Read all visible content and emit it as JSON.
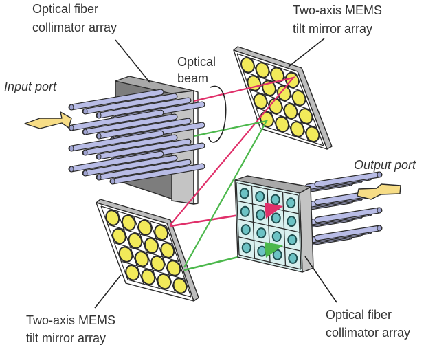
{
  "title": "MEMS optical cross-connect switch",
  "labels": {
    "input_collimator": [
      "Optical fiber",
      "collimator array"
    ],
    "top_mirror": [
      "Two-axis MEMS",
      "tilt mirror array"
    ],
    "optical_beam": [
      "Optical",
      "beam"
    ],
    "input_port": "Input port",
    "output_port": "Output port",
    "bottom_mirror": [
      "Two-axis MEMS",
      "tilt mirror array"
    ],
    "output_collimator": [
      "Optical fiber",
      "collimator array"
    ]
  },
  "components": {
    "input_collimator": {
      "fiber_rows": 4,
      "fiber_cols": 4
    },
    "top_mirror_array": {
      "rows": 4,
      "cols": 4
    },
    "bottom_mirror_array": {
      "rows": 4,
      "cols": 4
    },
    "output_collimator": {
      "rows": 4,
      "cols": 4
    }
  },
  "beams": [
    {
      "name": "beam-magenta",
      "color": "#e0306a"
    },
    {
      "name": "beam-green",
      "color": "#4cb84c"
    }
  ],
  "colors": {
    "fiber": "#b8bce6",
    "mirror": "#f2ea5a",
    "lens_cell": "#d9f0ef",
    "lens": "#6cc2c4",
    "block_front": "#bdbdbd",
    "block_side": "#8a8a8a",
    "arrow": "#f7dd86"
  }
}
